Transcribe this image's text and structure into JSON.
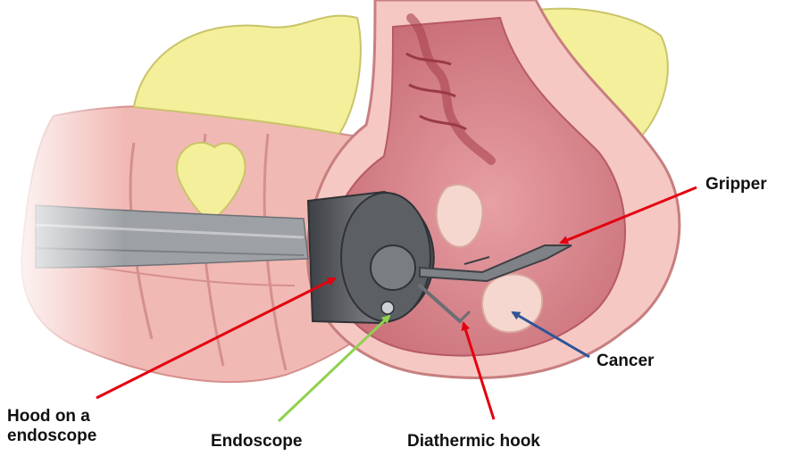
{
  "labels": {
    "gripper": "Gripper",
    "cancer": "Cancer",
    "hood_line1": "Hood on a",
    "hood_line2": "endoscope",
    "endoscope": "Endoscope",
    "diathermic_hook": "Diathermic hook"
  },
  "colors": {
    "arrow_red": "#e3000f",
    "arrow_blue": "#2f5597",
    "arrow_green": "#8fd14f",
    "tissue_pink": "#f2b8b3",
    "lumen_pink": "#d77f86",
    "fat_yellow": "#f3ef9a",
    "device_gray": "#5c5f63"
  }
}
